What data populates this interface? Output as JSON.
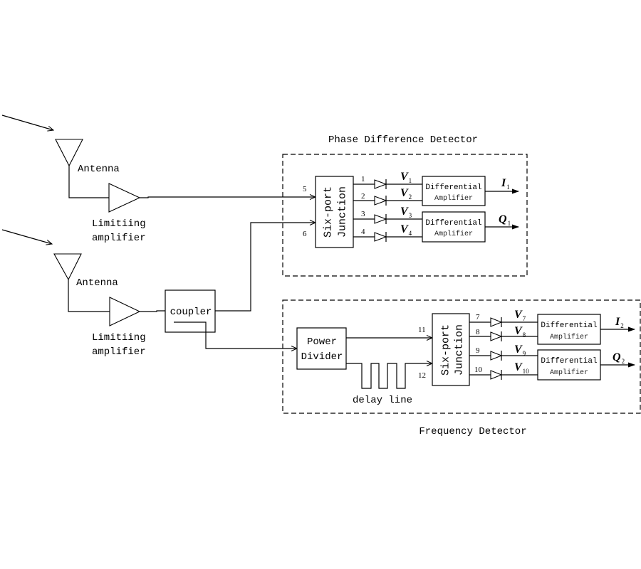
{
  "diagram": {
    "upper_branch": {
      "antenna_label": "Antenna",
      "amplifier_label": [
        "Limitiing",
        "amplifier"
      ]
    },
    "lower_branch": {
      "antenna_label": "Antenna",
      "amplifier_label": [
        "Limitiing",
        "amplifier"
      ],
      "coupler_label": "coupler"
    },
    "phase_difference_detector": {
      "title": "Phase Difference Detector",
      "junction_label": [
        "Six-port",
        "Junction"
      ],
      "input_ports": [
        "5",
        "6"
      ],
      "output_ports": [
        "1",
        "2",
        "3",
        "4"
      ],
      "detector_voltages": [
        {
          "symbol": "V",
          "subscript": "1"
        },
        {
          "symbol": "V",
          "subscript": "2"
        },
        {
          "symbol": "V",
          "subscript": "3"
        },
        {
          "symbol": "V",
          "subscript": "4"
        }
      ],
      "differential_amplifiers": [
        {
          "label": [
            "Differential",
            "Amplifier"
          ],
          "output": {
            "symbol": "I",
            "subscript": "1"
          }
        },
        {
          "label": [
            "Differential",
            "Amplifier"
          ],
          "output": {
            "symbol": "Q",
            "subscript": "1"
          }
        }
      ]
    },
    "frequency_detector": {
      "title": "Frequency Detector",
      "power_divider_label": [
        "Power",
        "Divider"
      ],
      "delay_line_label": "delay line",
      "junction_label": [
        "Six-port",
        "Junction"
      ],
      "input_ports": [
        "11",
        "12"
      ],
      "output_ports": [
        "7",
        "8",
        "9",
        "10"
      ],
      "detector_voltages": [
        {
          "symbol": "V",
          "subscript": "7"
        },
        {
          "symbol": "V",
          "subscript": "8"
        },
        {
          "symbol": "V",
          "subscript": "9"
        },
        {
          "symbol": "V",
          "subscript": "10"
        }
      ],
      "differential_amplifiers": [
        {
          "label": [
            "Differential",
            "Amplifier"
          ],
          "output": {
            "symbol": "I",
            "subscript": "2"
          }
        },
        {
          "label": [
            "Differential",
            "Amplifier"
          ],
          "output": {
            "symbol": "Q",
            "subscript": "2"
          }
        }
      ]
    }
  },
  "colors": {
    "stroke": "#000000",
    "background": "#ffffff"
  }
}
